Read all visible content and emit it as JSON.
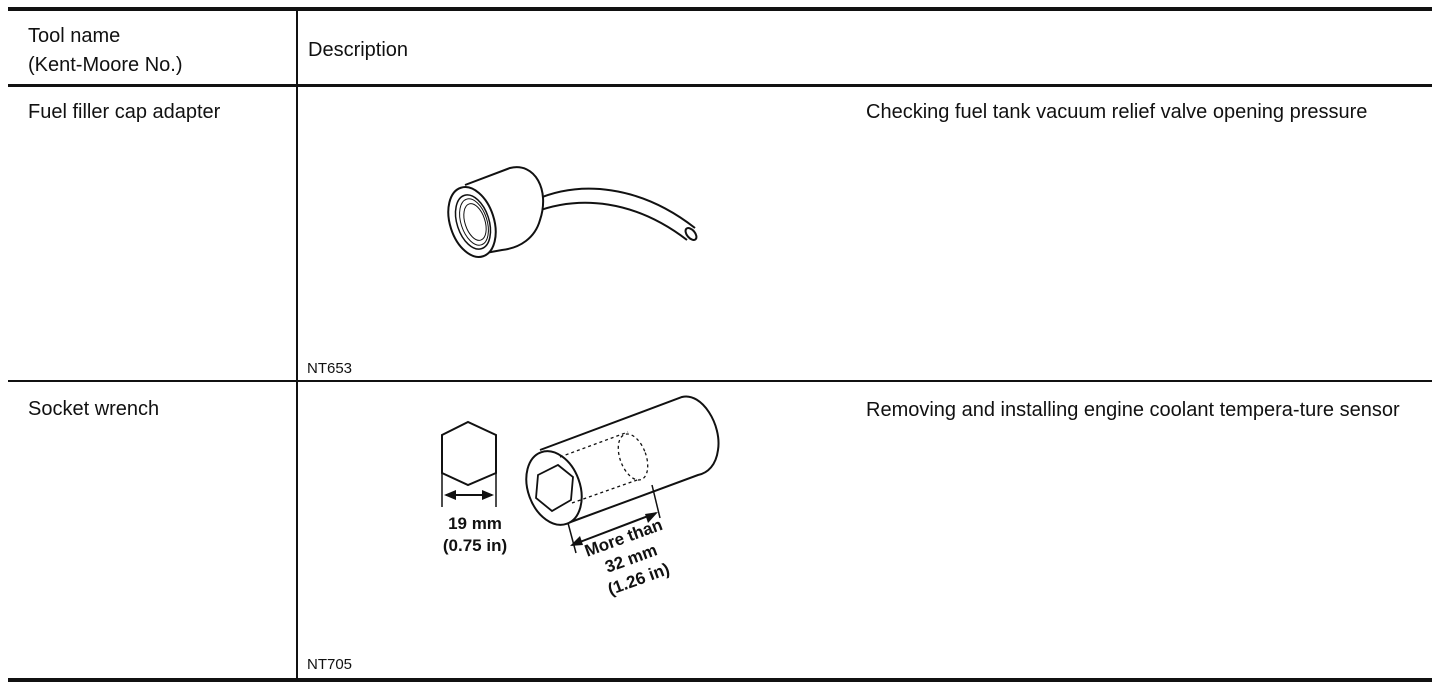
{
  "table": {
    "header": {
      "tool_name": "Tool name",
      "kent_moore": "(Kent-Moore No.)",
      "description": "Description"
    },
    "rows": [
      {
        "name": "Fuel filler cap adapter",
        "code": "NT653",
        "description": "Checking fuel tank vacuum relief valve opening pressure",
        "illustration": "fuel-filler-cap-adapter-drawing"
      },
      {
        "name": "Socket wrench",
        "code": "NT705",
        "description": "Removing and installing engine coolant tempera-ture sensor",
        "illustration": "socket-wrench-drawing",
        "dimensions": {
          "hex_line1": "19 mm",
          "hex_line2": "(0.75 in)",
          "depth_line1": "More than",
          "depth_line2": "32 mm",
          "depth_line3": "(1.26 in)"
        }
      }
    ]
  }
}
